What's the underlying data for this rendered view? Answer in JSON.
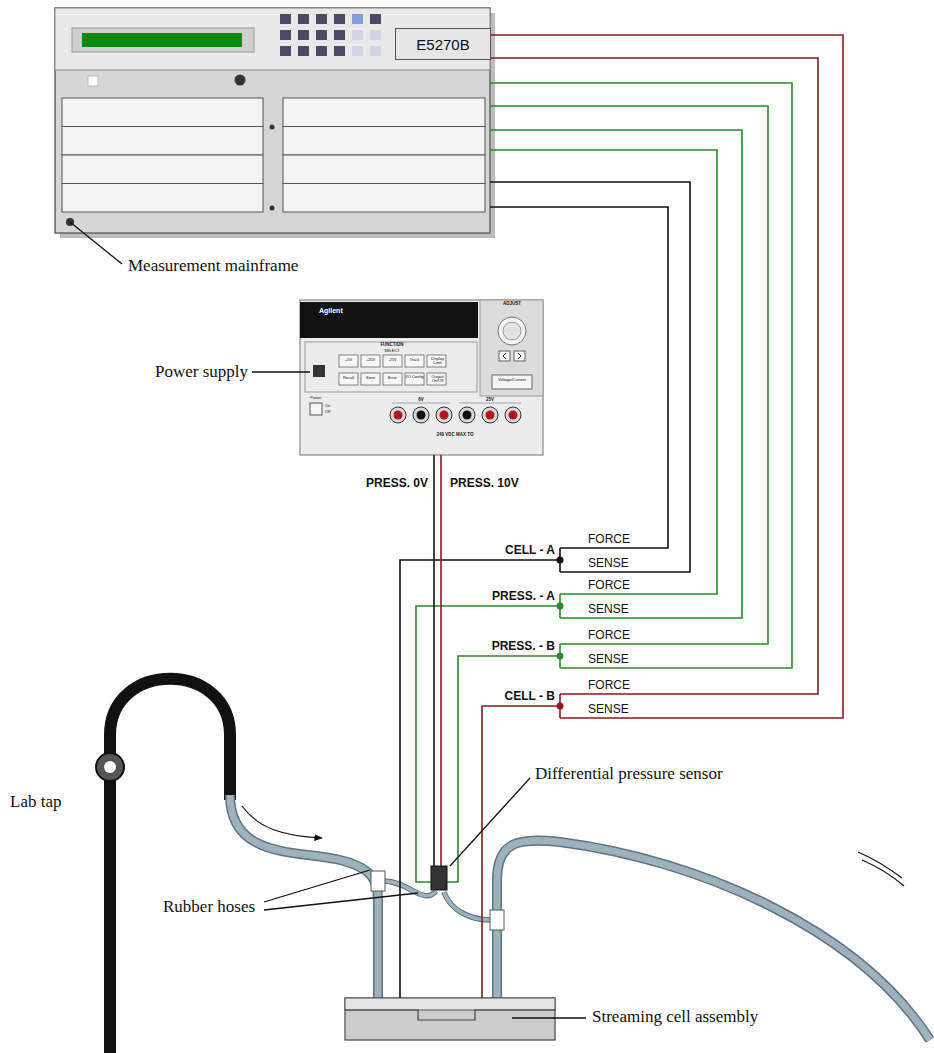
{
  "diagram": {
    "nodes": [
      {
        "text": [
          "E5270B"
        ]
      },
      {
        "text": [
          "Agilent"
        ]
      }
    ],
    "labels": [
      "Measurement mainframe",
      "Power supply",
      "FUNCTION",
      "SELECT",
      "+5V",
      "+25V",
      "-25V",
      "Track",
      "Display Limit",
      "Recall",
      "Store",
      "Error",
      "I/O Config",
      "Output On/Off",
      "ADJUST",
      "Voltage/Current",
      "Power",
      "On",
      "Off",
      "6V",
      "25V",
      "240 VDC MAX TO",
      "PRESS. 0V",
      "PRESS. 10V",
      "CELL - A",
      "FORCE",
      "SENSE",
      "PRESS. - A",
      "FORCE",
      "SENSE",
      "PRESS. - B",
      "FORCE",
      "SENSE",
      "CELL - B",
      "FORCE",
      "SENSE",
      "Differential pressure sensor",
      "Rubber hoses",
      "Lab tap",
      "Streaming cell assembly"
    ]
  }
}
